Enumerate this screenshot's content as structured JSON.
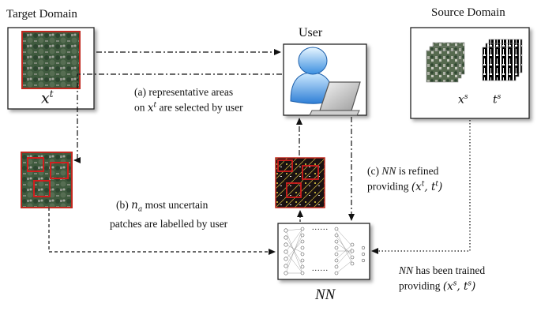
{
  "target_domain": {
    "title": "Target Domain",
    "var": "x",
    "sup": "t"
  },
  "user": {
    "title": "User"
  },
  "source_domain": {
    "title": "Source Domain",
    "x_var": "x",
    "x_sup": "s",
    "t_var": "t",
    "t_sup": "s"
  },
  "step_a": {
    "prefix": "(a)  representative areas",
    "line2_pre": "on ",
    "var": "x",
    "sup": "t",
    "line2_post": " are selected by user"
  },
  "step_b": {
    "prefix": "(b) ",
    "var": "n",
    "sub": "a",
    "line1_post": " most uncertain",
    "line2": "patches are labelled by user"
  },
  "step_c": {
    "prefix": "(c) ",
    "nn": "NN",
    "line1_post": " is refined",
    "line2": "providing ",
    "tuple": "(x",
    "tuple_sup1": "t",
    "tuple_mid": ", t",
    "tuple_sup2": "t",
    "tuple_end": ")"
  },
  "trained": {
    "nn": "NN",
    "line1_post": " has been trained",
    "line2": "providing ",
    "tuple": "(x",
    "tuple_sup1": "s",
    "tuple_mid": ", t",
    "tuple_sup2": "s",
    "tuple_end": ")"
  },
  "network": {
    "label": "NN",
    "dots": "......"
  }
}
